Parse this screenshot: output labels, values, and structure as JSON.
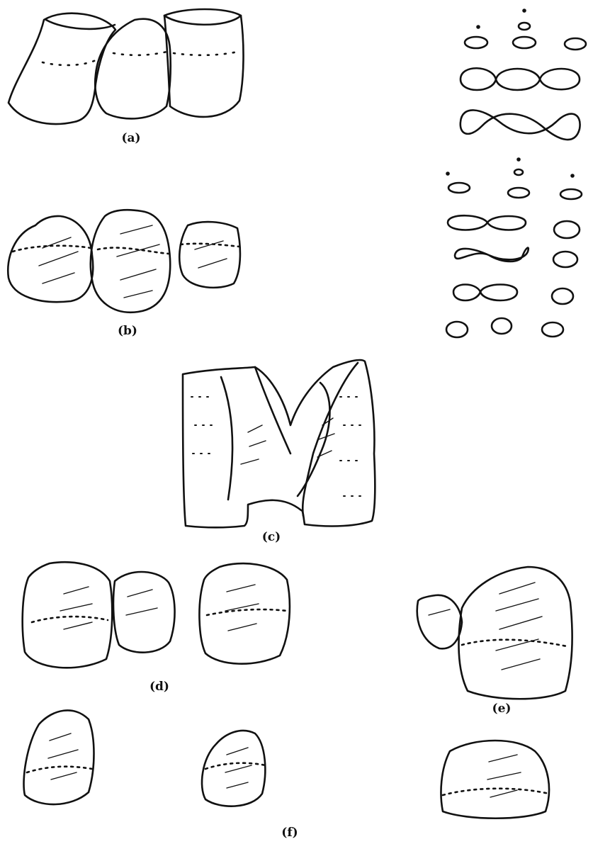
{
  "figure": {
    "labels": {
      "a": "(a)",
      "b": "(b)",
      "c": "(c)",
      "d": "(d)",
      "e": "(e)",
      "f": "(f)"
    },
    "ink_color": "#111111",
    "background": "#ffffff"
  }
}
